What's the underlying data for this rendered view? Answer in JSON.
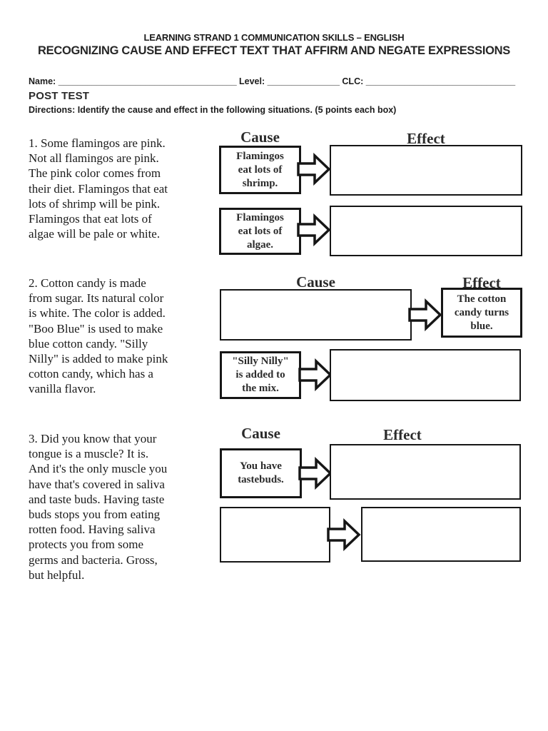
{
  "header": {
    "line1": "LEARNING STRAND 1 COMMUNICATION SKILLS – ENGLISH",
    "line2": "RECOGNIZING CAUSE AND EFFECT TEXT THAT AFFIRM AND NEGATE EXPRESSIONS"
  },
  "meta": {
    "name_label": "Name:",
    "name_blank": "_____________________________________",
    "level_label": "Level:",
    "level_blank": "_______________",
    "clc_label": "CLC:",
    "clc_blank": "_______________________________",
    "post_test": "POST TEST",
    "directions": "Directions: Identify the cause and effect in the following situations. (5 points each box)"
  },
  "sections": [
    {
      "number": "1",
      "passage": "1. Some flamingos are pink.\nNot all flamingos are pink.\nThe pink color comes from\ntheir diet. Flamingos that eat\nlots of shrimp will be pink.\nFlamingos that eat lots of\nalgae will be pale or white.",
      "cause_label": "Cause",
      "effect_label": "Effect",
      "rows": [
        {
          "cause": "Flamingos\neat lots of\nshrimp.",
          "effect": ""
        },
        {
          "cause": "Flamingos\neat lots of\nalgae.",
          "effect": ""
        }
      ]
    },
    {
      "number": "2",
      "passage": "2. Cotton candy is made\nfrom sugar. Its natural color\nis white. The color is added.\n\"Boo Blue\" is used to make\nblue cotton candy. \"Silly\nNilly\" is added to make pink\ncotton candy, which has a\nvanilla flavor.",
      "cause_label": "Cause",
      "effect_label": "Effect",
      "rows": [
        {
          "cause": "",
          "effect": "The cotton\ncandy turns\nblue."
        },
        {
          "cause": "\"Silly Nilly\"\nis added to\nthe mix.",
          "effect": ""
        }
      ]
    },
    {
      "number": "3",
      "passage": "3. Did you know that your\ntongue is a muscle? It is.\nAnd it's the only muscle you\nhave that's covered in saliva\nand taste buds. Having taste\nbuds stops you from eating\nrotten food. Having saliva\nprotects you from some\ngerms and bacteria. Gross,\nbut helpful.",
      "cause_label": "Cause",
      "effect_label": "Effect",
      "rows": [
        {
          "cause": "You have\ntastebuds.",
          "effect": ""
        },
        {
          "cause": "",
          "effect": ""
        }
      ]
    }
  ]
}
